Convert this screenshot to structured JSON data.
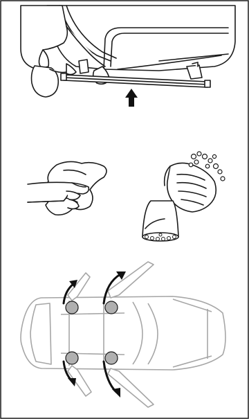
{
  "figure": {
    "panels": [
      {
        "id": "panel-1",
        "content": "installing-side-sill-under-car-door",
        "icons": [
          "up-arrow-icon"
        ]
      },
      {
        "id": "panel-2",
        "content": "wiping-with-cloth-and-washing-hands",
        "icons": [
          "cloth-icon",
          "bucket-icon",
          "soap-bubbles-icon"
        ]
      },
      {
        "id": "panel-3",
        "content": "car-top-view-four-doors-opening",
        "icons": [
          "door-open-arrow-icon",
          "hinge-point-icon"
        ],
        "door_count": 4
      }
    ],
    "colors": {
      "line": "#1a1a1a",
      "car_outline": "#a6a6a6",
      "hinge_fill": "#b0b0b0",
      "panel_fill": "#ffffff"
    }
  }
}
